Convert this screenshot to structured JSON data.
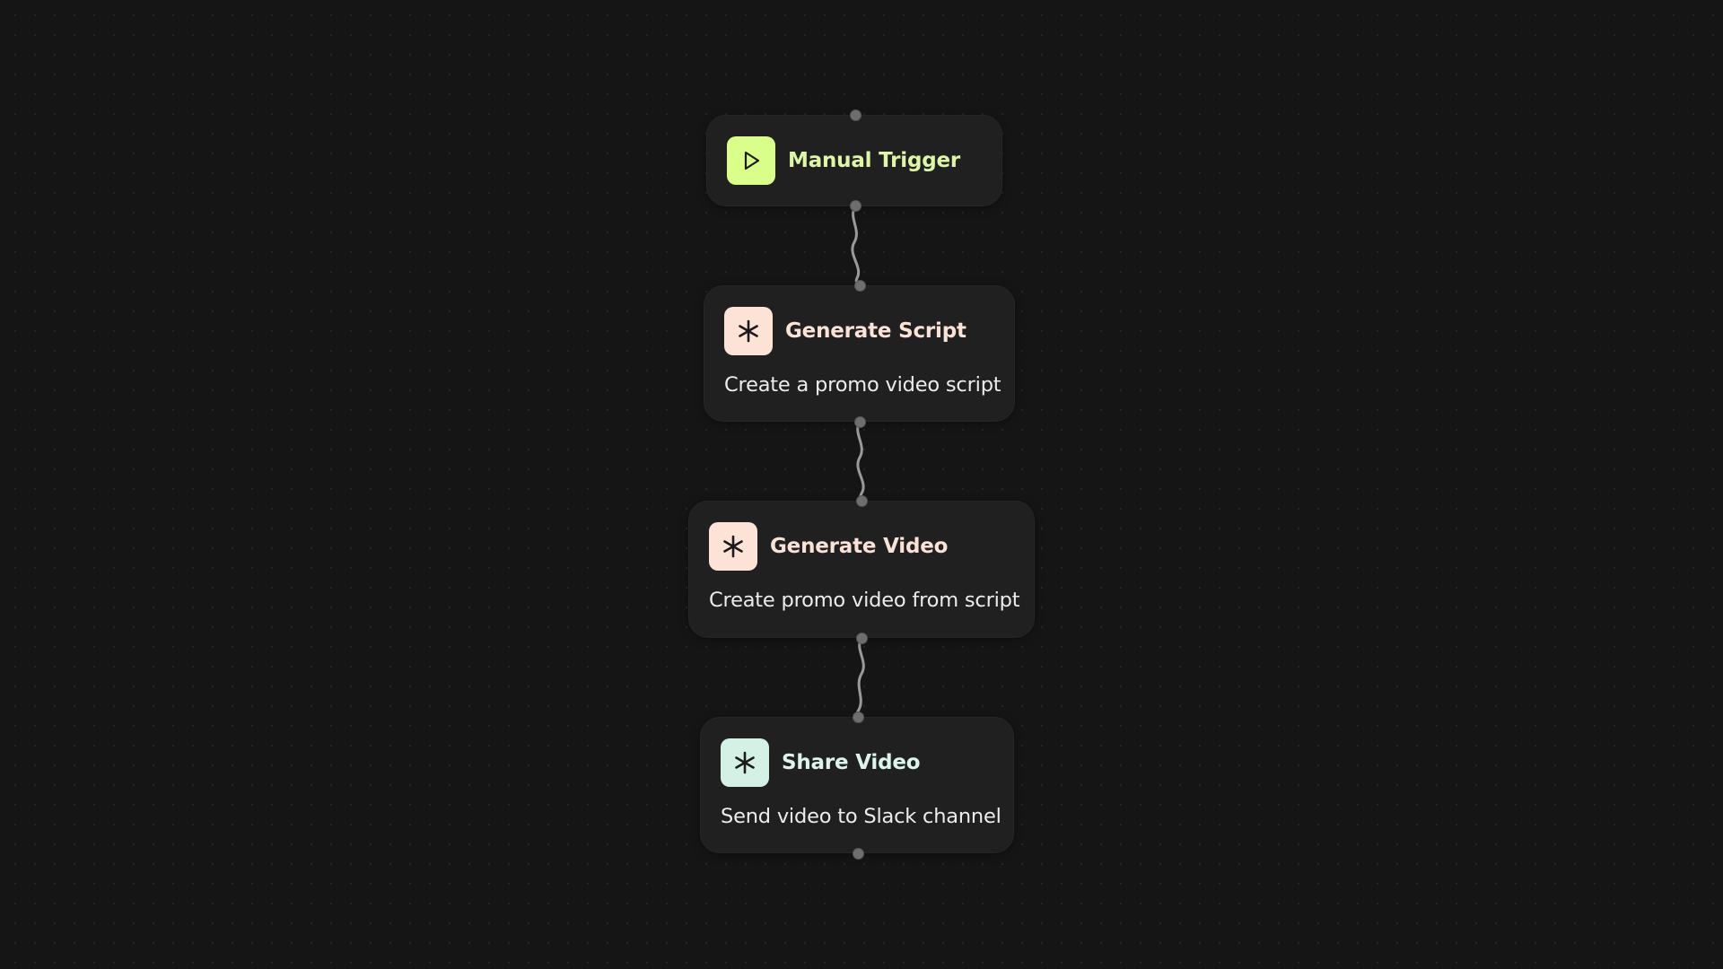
{
  "workflow": {
    "nodes": [
      {
        "id": "manual-trigger",
        "title": "Manual Trigger",
        "description": "",
        "icon": "play-icon",
        "icon_bg": "#D9FF8A",
        "title_color": "#DDF7A6"
      },
      {
        "id": "generate-script",
        "title": "Generate Script",
        "description": "Create a promo video script",
        "icon": "asterisk-icon",
        "icon_bg": "#FDE3D6",
        "title_color": "#F8E3D6"
      },
      {
        "id": "generate-video",
        "title": "Generate Video",
        "description": "Create promo video from script",
        "icon": "asterisk-icon",
        "icon_bg": "#FDE3D6",
        "title_color": "#F8E3D6"
      },
      {
        "id": "share-video",
        "title": "Share Video",
        "description": "Send video to Slack channel",
        "icon": "asterisk-icon",
        "icon_bg": "#D3F2E5",
        "title_color": "#DCF4EA"
      }
    ],
    "colors": {
      "canvas_bg": "#151515",
      "node_bg": "#202020",
      "edge": "#9A9A9A",
      "handle": "#6E6E6E"
    }
  }
}
